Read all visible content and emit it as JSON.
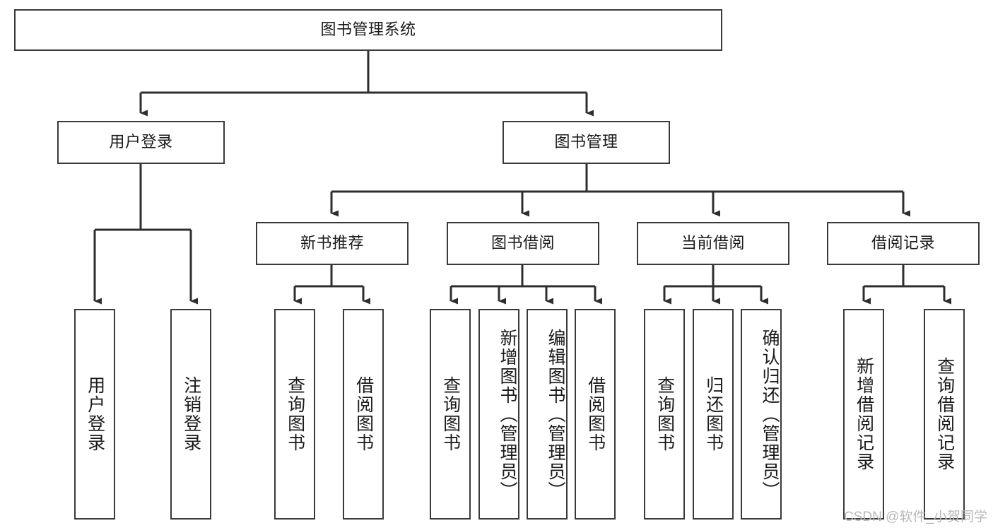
{
  "diagram": {
    "title": "图书管理系统",
    "type": "tree-hierarchy-diagram",
    "colors": {
      "box_border": "#3a3a3a",
      "box_fill": "#ffffff",
      "connector": "#2e2e2e",
      "text": "#1a1a1a",
      "watermark": "#b8b8b8",
      "background": "#ffffff"
    },
    "root": {
      "id": "root",
      "label": "图书管理系统",
      "orientation": "horizontal"
    },
    "level2": [
      {
        "id": "user-login",
        "label": "用户登录",
        "orientation": "horizontal"
      },
      {
        "id": "book-management",
        "label": "图书管理",
        "orientation": "horizontal"
      }
    ],
    "level3": [
      {
        "id": "new-book-recommend",
        "label": "新书推荐",
        "orientation": "horizontal",
        "parent": "book-management"
      },
      {
        "id": "book-borrow",
        "label": "图书借阅",
        "orientation": "horizontal",
        "parent": "book-management"
      },
      {
        "id": "current-borrow",
        "label": "当前借阅",
        "orientation": "horizontal",
        "parent": "book-management"
      },
      {
        "id": "borrow-record",
        "label": "借阅记录",
        "orientation": "horizontal",
        "parent": "book-management"
      }
    ],
    "leaves": [
      {
        "id": "leaf-user-login",
        "label": "用户登录",
        "parent": "user-login",
        "align": "center"
      },
      {
        "id": "leaf-logout-login",
        "label": "注销登录",
        "parent": "user-login",
        "align": "center"
      },
      {
        "id": "leaf-query-book-1",
        "label": "查询图书",
        "parent": "new-book-recommend",
        "align": "center"
      },
      {
        "id": "leaf-borrow-book-1",
        "label": "借阅图书",
        "parent": "new-book-recommend",
        "align": "center"
      },
      {
        "id": "leaf-query-book-2",
        "label": "查询图书",
        "parent": "book-borrow",
        "align": "center"
      },
      {
        "id": "leaf-add-book-admin",
        "label": "新增图书（管理员）",
        "parent": "book-borrow",
        "align": "top"
      },
      {
        "id": "leaf-edit-book-admin",
        "label": "编辑图书（管理员）",
        "parent": "book-borrow",
        "align": "top"
      },
      {
        "id": "leaf-borrow-book-2",
        "label": "借阅图书",
        "parent": "book-borrow",
        "align": "center"
      },
      {
        "id": "leaf-query-book-3",
        "label": "查询图书",
        "parent": "current-borrow",
        "align": "center"
      },
      {
        "id": "leaf-return-book",
        "label": "归还图书",
        "parent": "current-borrow",
        "align": "center"
      },
      {
        "id": "leaf-confirm-return-admin",
        "label": "确认归还（管理员）",
        "parent": "current-borrow",
        "align": "top"
      },
      {
        "id": "leaf-add-borrow-record",
        "label": "新增借阅记录",
        "parent": "borrow-record",
        "align": "center"
      },
      {
        "id": "leaf-query-borrow-record",
        "label": "查询借阅记录",
        "parent": "borrow-record",
        "align": "center"
      }
    ],
    "watermark": "CSDN @软件_小贺同学"
  }
}
